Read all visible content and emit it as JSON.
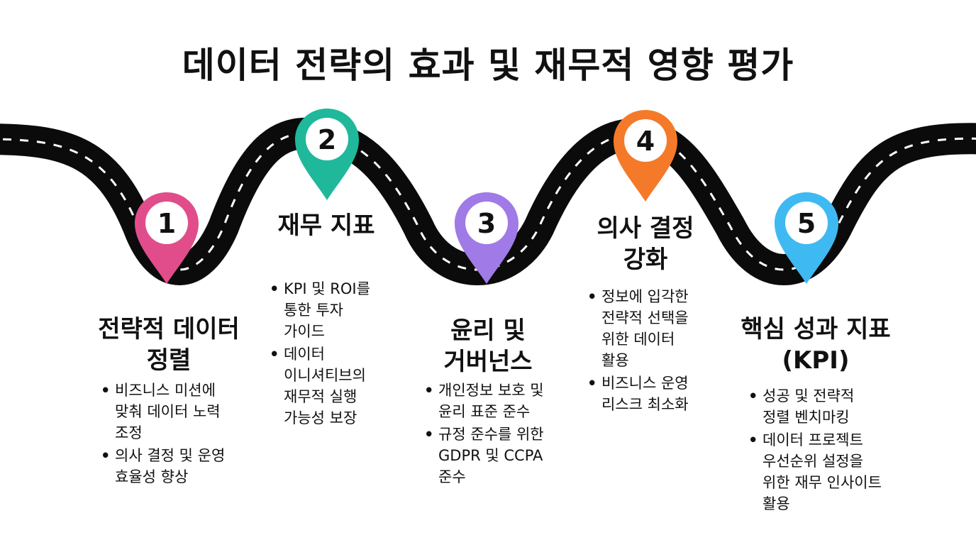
{
  "title": "데이터 전략의 효과 및 재무적 영향 평가",
  "colors": {
    "road": "#0b0b0b",
    "lane": "#ffffff",
    "step1": "#e14d8a",
    "step2": "#1fb89a",
    "step3": "#a07ae6",
    "step4": "#f47a2a",
    "step5": "#3fb9f2"
  },
  "steps": [
    {
      "number": "1",
      "title_lines": [
        "전략적 데이터",
        "정렬"
      ],
      "bullets": [
        [
          "비즈니스 미션에",
          "맞춰 데이터 노력",
          "조정"
        ],
        [
          "의사 결정 및 운영",
          "효율성 향상"
        ]
      ]
    },
    {
      "number": "2",
      "title_lines": [
        "재무 지표"
      ],
      "bullets": [
        [
          "KPI 및 ROI를",
          "통한 투자",
          "가이드"
        ],
        [
          "데이터",
          "이니셔티브의",
          "재무적 실행",
          "가능성 보장"
        ]
      ]
    },
    {
      "number": "3",
      "title_lines": [
        "윤리 및",
        "거버넌스"
      ],
      "bullets": [
        [
          "개인정보 보호 및",
          "윤리 표준 준수"
        ],
        [
          "규정 준수를 위한",
          "GDPR 및 CCPA",
          "준수"
        ]
      ]
    },
    {
      "number": "4",
      "title_lines": [
        "의사 결정",
        "강화"
      ],
      "bullets": [
        [
          "정보에 입각한",
          "전략적 선택을",
          "위한 데이터",
          "활용"
        ],
        [
          "비즈니스 운영",
          "리스크 최소화"
        ]
      ]
    },
    {
      "number": "5",
      "title_lines": [
        "핵심 성과 지표",
        "(KPI)"
      ],
      "bullets": [
        [
          "성공 및 전략적",
          "정렬 벤치마킹"
        ],
        [
          "데이터 프로젝트",
          "우선순위 설정을",
          "위한 재무 인사이트",
          "활용"
        ]
      ]
    }
  ]
}
